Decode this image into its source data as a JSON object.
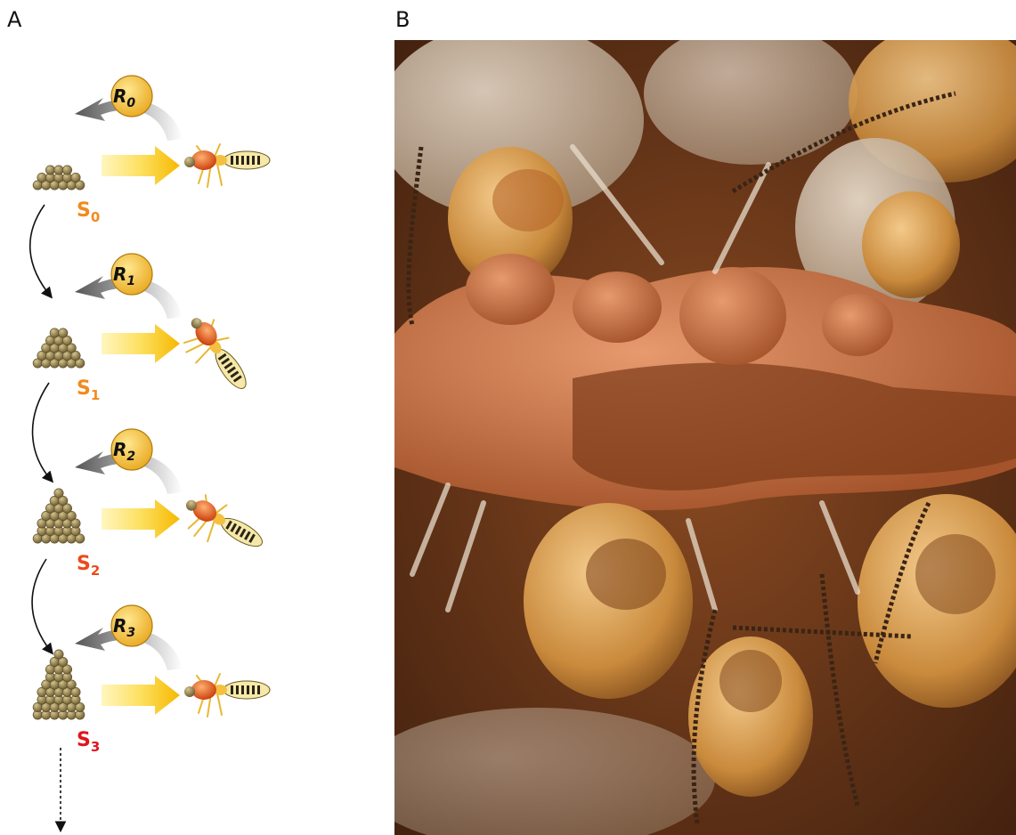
{
  "panels": {
    "a_label": "A",
    "b_label": "B"
  },
  "stages": [
    {
      "r_main": "R",
      "r_sub": "0",
      "s_main": "S",
      "s_sub": "0",
      "s_color": "#f28a1e"
    },
    {
      "r_main": "R",
      "r_sub": "1",
      "s_main": "S",
      "s_sub": "1",
      "s_color": "#f28a1e"
    },
    {
      "r_main": "R",
      "r_sub": "2",
      "s_main": "S",
      "s_sub": "2",
      "s_color": "#ec4a1c"
    },
    {
      "r_main": "R",
      "r_sub": "3",
      "s_main": "S",
      "s_sub": "3",
      "s_color": "#e0141e"
    }
  ],
  "colors": {
    "badge": "#f3c233",
    "arrow_yellow": "#fcc400",
    "pellet": "#8c7a48",
    "termite_head": "#e04a12",
    "photo_bg": "#6e3a1c"
  },
  "icons": {
    "pellet_pile": "soil-pellet-pile-icon",
    "termite": "termite-icon",
    "cycle_arrow": "curved-gray-arrow-icon",
    "photo": "termite-photo"
  }
}
